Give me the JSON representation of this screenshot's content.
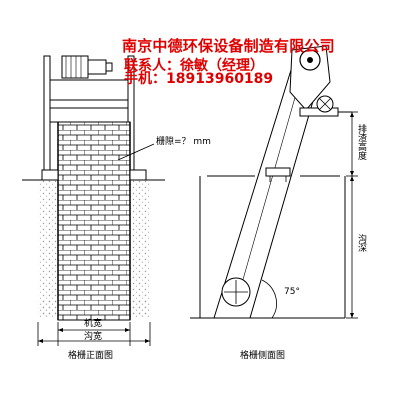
{
  "watermark": {
    "company": "南京中德环保设备制造有限公司",
    "contact": "联系人：徐敏（经理）",
    "phone": "手机：18913960189"
  },
  "labels": {
    "gap": "栅隙=？ mm",
    "machine_width": "机宽",
    "channel_width": "沟宽",
    "front_view": "格栅正面图",
    "side_view": "格栅侧面图",
    "discharge_height": "排渣高度",
    "channel_depth": "沟深",
    "angle": "75°"
  },
  "colors": {
    "watermark": "#e00000",
    "line": "#000000",
    "soil": "#c0c0c0"
  }
}
